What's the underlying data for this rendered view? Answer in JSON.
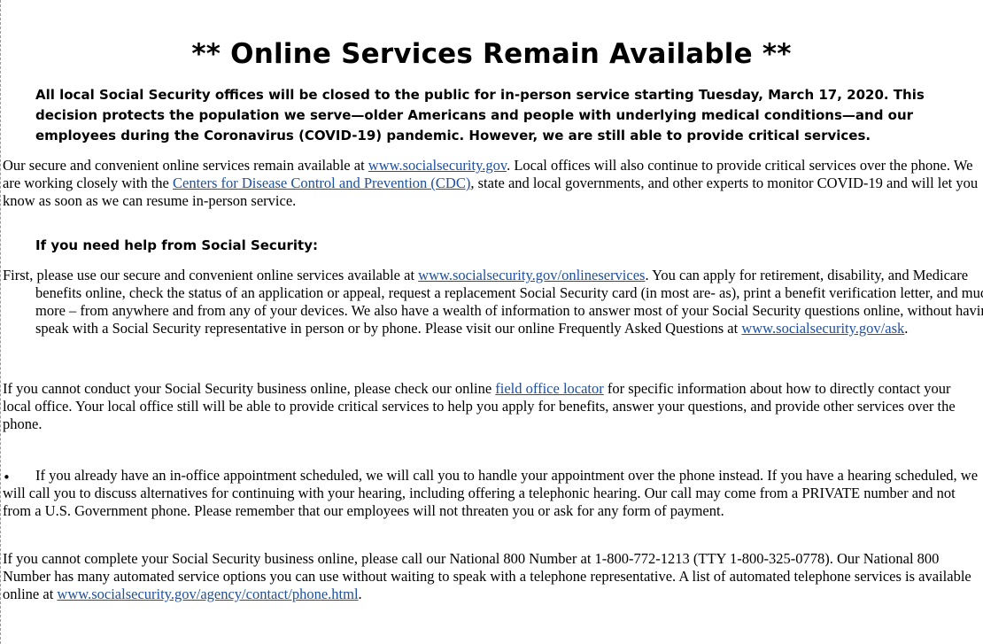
{
  "title": "** Online Services Remain Available **",
  "intro": "All local Social Security offices will be closed to the public for in-person service starting Tuesday, March 17, 2020. This decision protects the population we serve—older Americans and people with underlying medical conditions—and our employees during the Coronavirus (COVID-19) pandemic. However, we are still able to provide critical services.",
  "p1": {
    "before": "Our secure and convenient online services remain available at ",
    "link1": "www.socialsecurity.gov",
    "middle": ". Local offices will also continue to provide critical services over the phone. We are working closely with the ",
    "link2": "Centers for Disease Control and Prevention (CDC)",
    "after": ", state and local governments, and other experts to monitor COVID-19 and will let you know as soon as we can resume in-person service."
  },
  "help_heading": "If you need help from Social Security:",
  "p2": {
    "before": "First, please use our secure and convenient online services available at ",
    "link1": "www.socialsecurity.gov/onlineservices",
    "middle": ". You can apply for retirement, disability, and Medicare benefits online, check the status of an application or appeal, request a replacement Social Security card (in most are- as), print a benefit verification letter, and much more – from anywhere and from any of your devices. We also have a wealth of information to answer most of your Social Security questions online, without having to speak with a Social Security representative in person or by phone. Please visit our online Frequently Asked Questions at ",
    "link2": "www.socialsecurity.gov/ask",
    "after": "."
  },
  "p3": {
    "before": "If you cannot conduct your Social Security business online, please check our online ",
    "link": "field office locator",
    "after": " for specific information about how to directly contact your local office. Your local office still will be able to provide critical services to help you apply for benefits, answer your questions, and provide other services over the phone."
  },
  "bullet": "•",
  "p4": "If you already have an in-office appointment scheduled, we will call you to handle your appointment over the phone instead. If you have a hearing scheduled, we will call you to discuss alternatives for continuing with your hearing, including offering a telephonic hearing. Our call may come from a PRIVATE number and not from a U.S. Government phone. Please remember that our employees will not threaten you or ask for any form of payment.",
  "p5": {
    "before": "If you cannot complete your Social Security business online, please call our National 800 Number at 1-800-772-1213 (TTY 1-800-325-0778). Our National 800 Number has many automated service options you can use without waiting to speak with a telephone representative. A list of automated telephone services is available online at ",
    "link": "www.socialsecurity.gov/agency/contact/phone.html",
    "after": "."
  },
  "colors": {
    "link": "#1f4fa0",
    "text": "#000000",
    "background": "#ffffff"
  }
}
